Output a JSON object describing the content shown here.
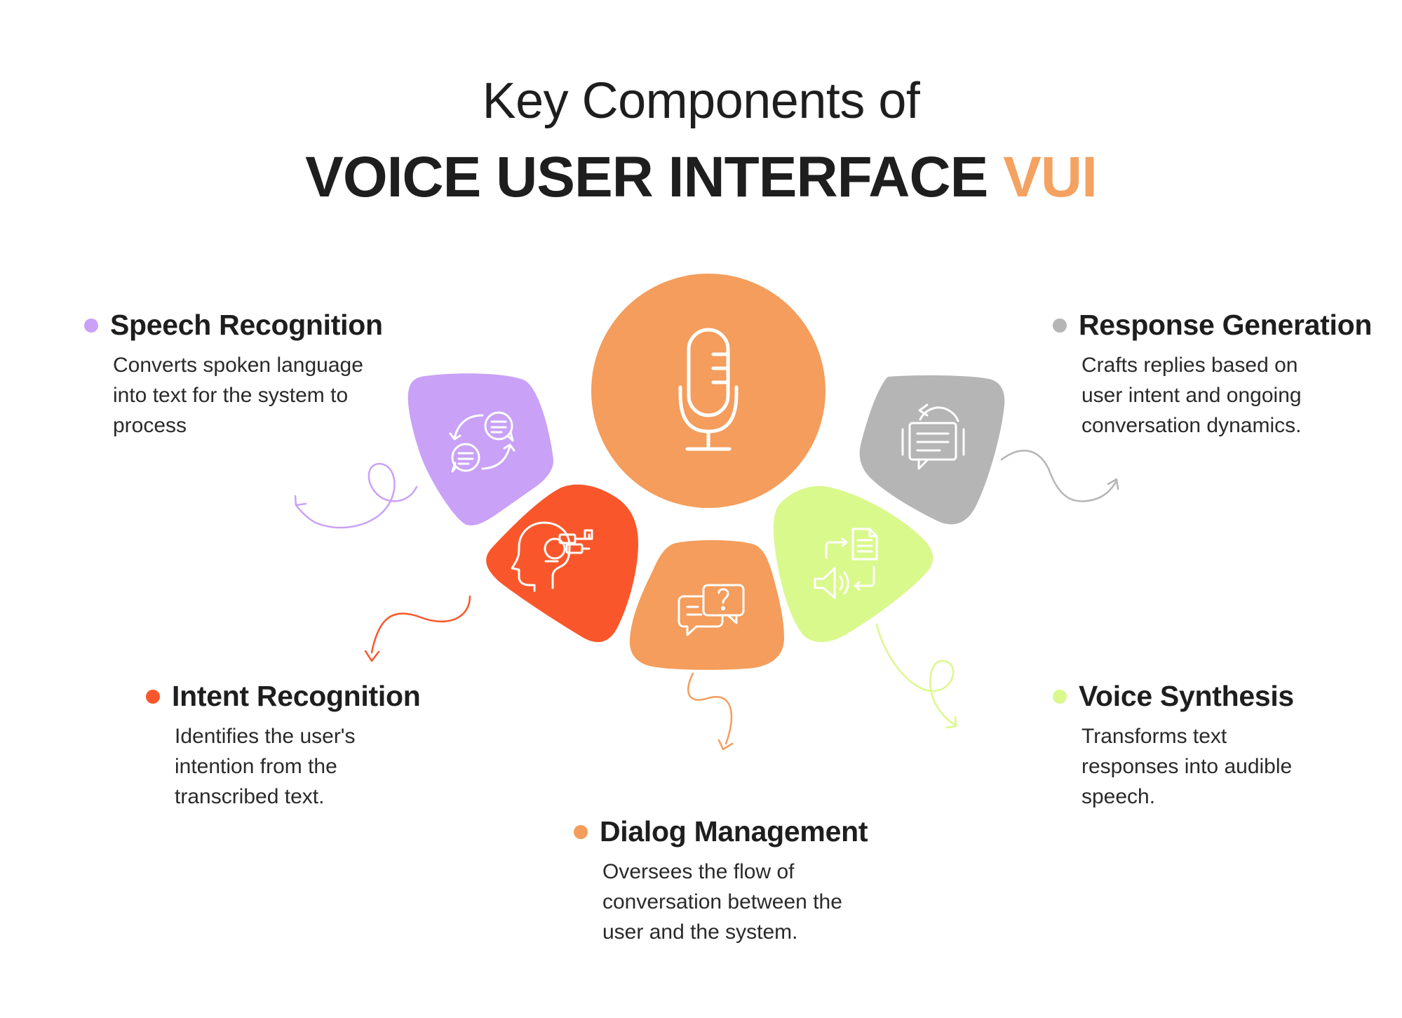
{
  "title": {
    "line1": "Key Components of",
    "line2_main": "VOICE USER INTERFACE",
    "line2_accent": "VUI"
  },
  "colors": {
    "text": "#1e1e1e",
    "accent": "#f4a261",
    "speech": "#c9a1f7",
    "intent": "#f9572b",
    "dialog": "#f49d5c",
    "synthesis": "#d9f98c",
    "response": "#b5b5b5",
    "center": "#f49d5c"
  },
  "center": {
    "icon": "microphone-icon"
  },
  "components": {
    "speech": {
      "title": "Speech Recognition",
      "desc": [
        "Converts spoken language",
        "into text for the system to",
        "process"
      ],
      "icon": "chat-exchange-icon"
    },
    "intent": {
      "title": "Intent Recognition",
      "desc": [
        "Identifies the user's",
        "intention from the",
        "transcribed text."
      ],
      "icon": "head-with-gears-icon"
    },
    "dialog": {
      "title": "Dialog Management",
      "desc": [
        "Oversees the flow of",
        "conversation between the",
        "user and the system."
      ],
      "icon": "question-chat-icon"
    },
    "synthesis": {
      "title": "Voice Synthesis",
      "desc": [
        "Transforms text",
        "responses into audible",
        "speech."
      ],
      "icon": "text-to-speech-icon"
    },
    "response": {
      "title": "Response Generation",
      "desc": [
        "Crafts replies based on",
        "user intent and ongoing",
        "conversation dynamics."
      ],
      "icon": "reply-chat-icon"
    }
  }
}
